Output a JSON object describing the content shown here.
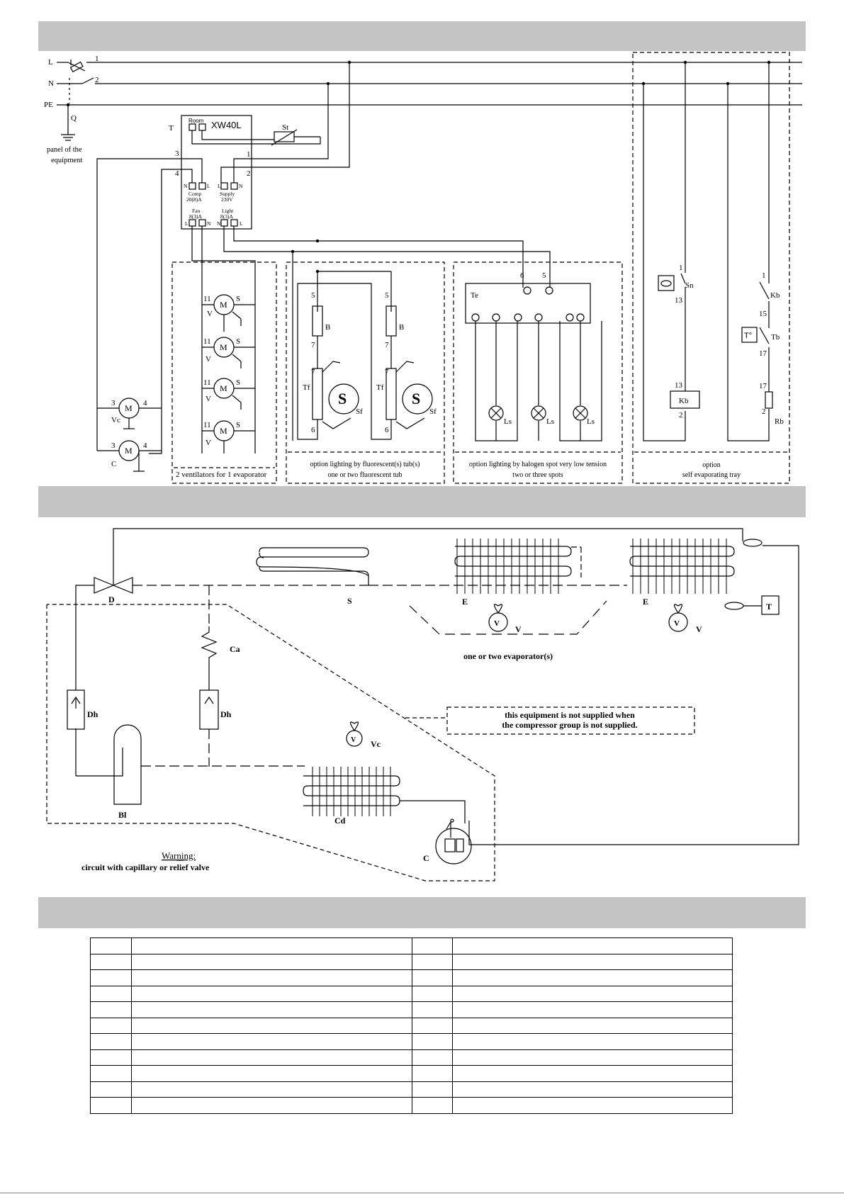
{
  "electrical": {
    "lines": {
      "l": "L",
      "n": "N",
      "pe": "PE",
      "num1": "1",
      "num2": "2"
    },
    "q_label": "Q",
    "panel_label": [
      "panel of the",
      "equipment"
    ],
    "controller": {
      "t_label": "T",
      "model": "XW40L",
      "room_label": "Room",
      "st_label": "St",
      "t1": "1",
      "t2": "2",
      "t3": "3",
      "t4": "4",
      "comp_label": [
        "Comp",
        "20(8)A"
      ],
      "supply_label": [
        "Supply",
        "230V"
      ],
      "fan_label": [
        "Fan",
        "8(3)A"
      ],
      "light_label": [
        "Light",
        "8(3)A"
      ],
      "n": "N",
      "l": "L"
    },
    "fans": {
      "m": "M",
      "v": "V",
      "s": "S",
      "n11": "11",
      "caption": "2 ventilators for 1 evaporator"
    },
    "compressor": {
      "m": "M",
      "vc": "Vc",
      "c": "C",
      "n3": "3",
      "n4": "4"
    },
    "fluorescent": {
      "b": "B",
      "tf": "Tf",
      "s": "S",
      "sf": "Sf",
      "n5": "5",
      "n7": "7",
      "n6": "6",
      "caption": [
        "option lighting by fluorescent(s) tub(s)",
        "one or two fluorescent tub"
      ]
    },
    "halogen": {
      "te": "Te",
      "ls": "Ls",
      "n6": "6",
      "n5": "5",
      "caption": [
        "option lighting by halogen spot very low tension",
        "two or three spots"
      ]
    },
    "tray": {
      "sn": "Sn",
      "kb": "Kb",
      "tb": "Tb",
      "t_deg": "T°",
      "rb": "Rb",
      "n1": "1",
      "n13": "13",
      "n2": "2",
      "n15": "15",
      "n17": "17",
      "caption": [
        "option",
        "self evaporating tray"
      ]
    }
  },
  "refrigeration": {
    "d": "D",
    "s": "S",
    "e": "E",
    "v": "V",
    "t": "T",
    "ca": "Ca",
    "dh": "Dh",
    "vc": "Vc",
    "bl": "Bl",
    "cd": "Cd",
    "c": "C",
    "evap_caption": "one or two evaporator(s)",
    "note": [
      "this equipment is not supplied when",
      "the compressor group is not supplied."
    ],
    "warning_title": "Warning:",
    "warning_text": "circuit with capillary or relief valve"
  },
  "legend_rows": 11,
  "colors": {
    "band": "#c4c4c4",
    "line": "#000000"
  }
}
